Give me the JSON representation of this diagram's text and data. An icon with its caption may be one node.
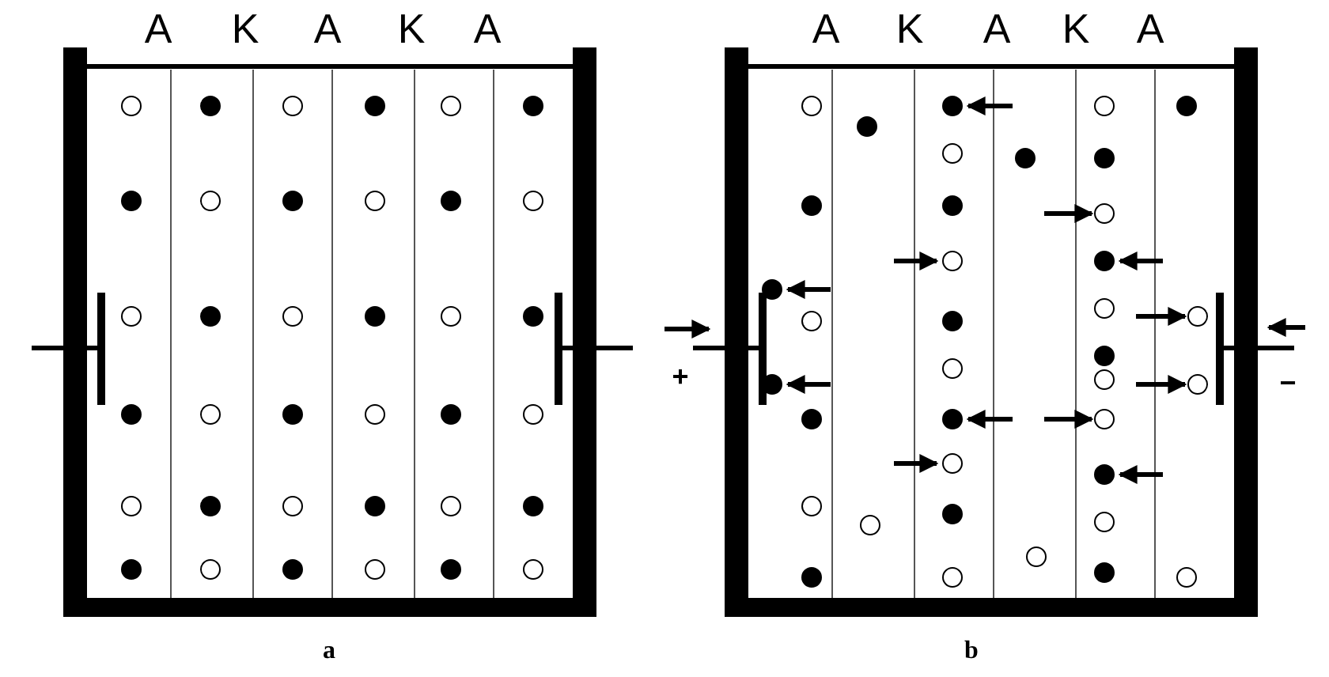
{
  "diagram": {
    "labels": [
      "A",
      "K",
      "A",
      "K",
      "A",
      "A",
      "K",
      "A",
      "K",
      "A",
      "+",
      "−",
      "a",
      "b"
    ]
  }
}
